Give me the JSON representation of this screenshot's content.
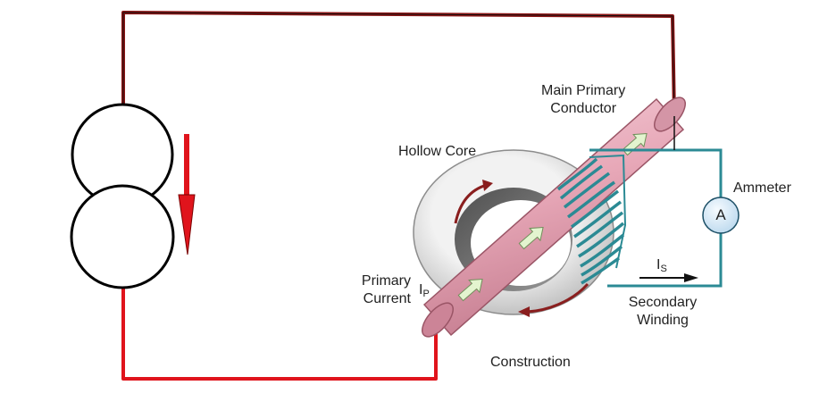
{
  "labels": {
    "main_primary_line1": "Main Primary",
    "main_primary_line2": "Conductor",
    "hollow_core": "Hollow Core",
    "ammeter": "Ammeter",
    "ammeter_symbol": "A",
    "primary_line1": "Primary",
    "primary_line2": "Current",
    "ip_main": "I",
    "ip_sub": "P",
    "is_main": "I",
    "is_sub": "S",
    "secondary_line1": "Secondary",
    "secondary_line2": "Winding",
    "construction": "Construction"
  },
  "colors": {
    "circuit_top": "#8b1414",
    "circuit_bottom": "#e0141c",
    "source_arrow": "#e0141c",
    "core_outer": "#d8d8d8",
    "core_inner": "#7a7a7a",
    "conductor": "#e7a7b7",
    "conductor_arrow": "#e3f4cf",
    "winding": "#2b8a94",
    "ammeter_fill": "#dff0fb",
    "flux_arrow": "#8a1e1e"
  },
  "icons": {
    "ammeter": "ammeter-circle-icon",
    "source": "current-source-icon"
  }
}
